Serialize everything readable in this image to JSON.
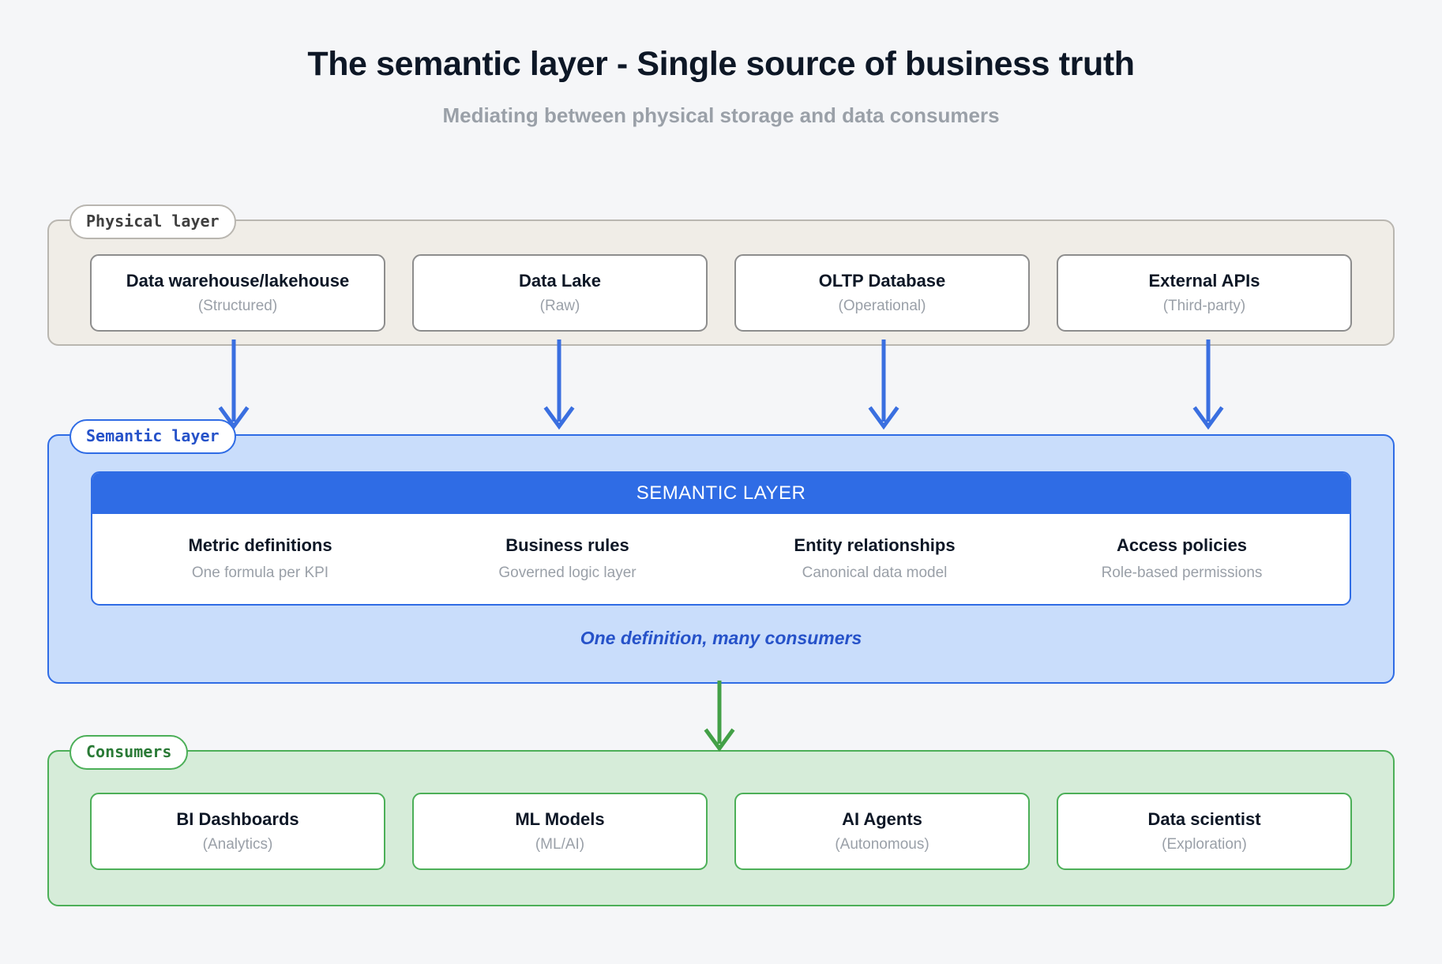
{
  "header": {
    "title": "The semantic layer - Single source of business truth",
    "subtitle": "Mediating between physical storage and data consumers"
  },
  "colors": {
    "page_background": "#f5f6f8",
    "physical_background": "#f0ede7",
    "physical_border": "#b9b6b0",
    "semantic_background": "#c9ddfb",
    "semantic_border": "#2f6ce5",
    "semantic_accent": "#2f6ce5",
    "consumers_background": "#d6ecd9",
    "consumers_border": "#4caf58",
    "arrow_blue": "#3a6fe0",
    "arrow_green": "#43a047",
    "title_text": "#0d1726",
    "muted_text": "#9aa0a8"
  },
  "physical_layer": {
    "badge": "Physical layer",
    "cards": [
      {
        "title": "Data warehouse/lakehouse",
        "subtitle": "(Structured)"
      },
      {
        "title": "Data Lake",
        "subtitle": "(Raw)"
      },
      {
        "title": "OLTP Database",
        "subtitle": "(Operational)"
      },
      {
        "title": "External APIs",
        "subtitle": "(Third-party)"
      }
    ]
  },
  "semantic_layer": {
    "badge": "Semantic layer",
    "card_header": "SEMANTIC LAYER",
    "items": [
      {
        "title": "Metric definitions",
        "subtitle": "One formula per KPI"
      },
      {
        "title": "Business rules",
        "subtitle": "Governed logic layer"
      },
      {
        "title": "Entity relationships",
        "subtitle": "Canonical data model"
      },
      {
        "title": "Access policies",
        "subtitle": "Role-based permissions"
      }
    ],
    "tagline": "One definition, many consumers"
  },
  "consumers_layer": {
    "badge": "Consumers",
    "cards": [
      {
        "title": "BI Dashboards",
        "subtitle": "(Analytics)"
      },
      {
        "title": "ML Models",
        "subtitle": "(ML/AI)"
      },
      {
        "title": "AI Agents",
        "subtitle": "(Autonomous)"
      },
      {
        "title": "Data scientist",
        "subtitle": "(Exploration)"
      }
    ]
  },
  "arrows": {
    "physical_to_semantic_count": 4,
    "semantic_to_consumers_count": 1
  }
}
